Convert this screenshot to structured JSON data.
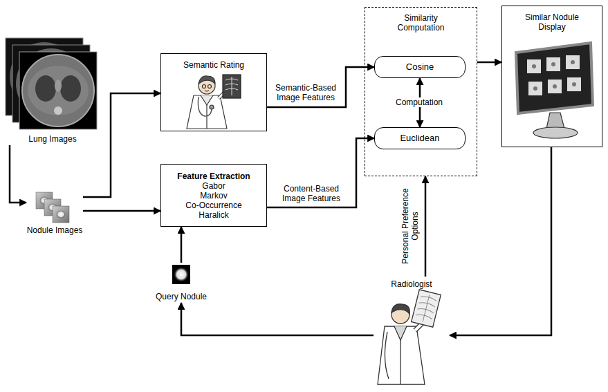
{
  "diagram": {
    "nodes": [
      {
        "text": [
          "Lung Images"
        ]
      },
      {
        "text": [
          "Semantic Rating"
        ]
      },
      {
        "text": [
          "Similarity Computation"
        ]
      },
      {
        "text": [
          "Cosine"
        ],
        "in": 2
      },
      {
        "text": [
          "Euclidean"
        ],
        "in": 2
      },
      {
        "text": [
          "Similar Nodule Display"
        ]
      },
      {
        "text": [
          "Nodule Images"
        ]
      },
      {
        "text": [
          "Feature Extraction",
          "Gabor",
          "Markov",
          "Co-Occurrence",
          "Haralick"
        ]
      },
      {
        "text": [
          "Query Nodule"
        ]
      },
      {
        "text": [
          "Radiologist"
        ]
      }
    ],
    "edges": [
      {
        "from": 0,
        "to": 6,
        "arrow": "to"
      },
      {
        "from": 6,
        "to": 1,
        "arrow": "to"
      },
      {
        "from": 6,
        "to": 7,
        "arrow": "to"
      },
      {
        "from": 1,
        "to": 3,
        "label": "Semantic-Based Image Features",
        "arrow": "to"
      },
      {
        "from": 7,
        "to": 4,
        "label": "Content-Based Image Features",
        "arrow": "to"
      },
      {
        "from": 3,
        "to": 4,
        "label": "Computation",
        "arrow": "both"
      },
      {
        "from": 2,
        "to": 5,
        "arrow": "to"
      },
      {
        "from": 5,
        "to": 9,
        "arrow": "to"
      },
      {
        "from": 9,
        "to": 2,
        "label": "Personal Preference Options",
        "arrow": "to"
      },
      {
        "from": 9,
        "to": 8,
        "arrow": "to"
      },
      {
        "from": 8,
        "to": 7,
        "arrow": "to"
      }
    ]
  }
}
